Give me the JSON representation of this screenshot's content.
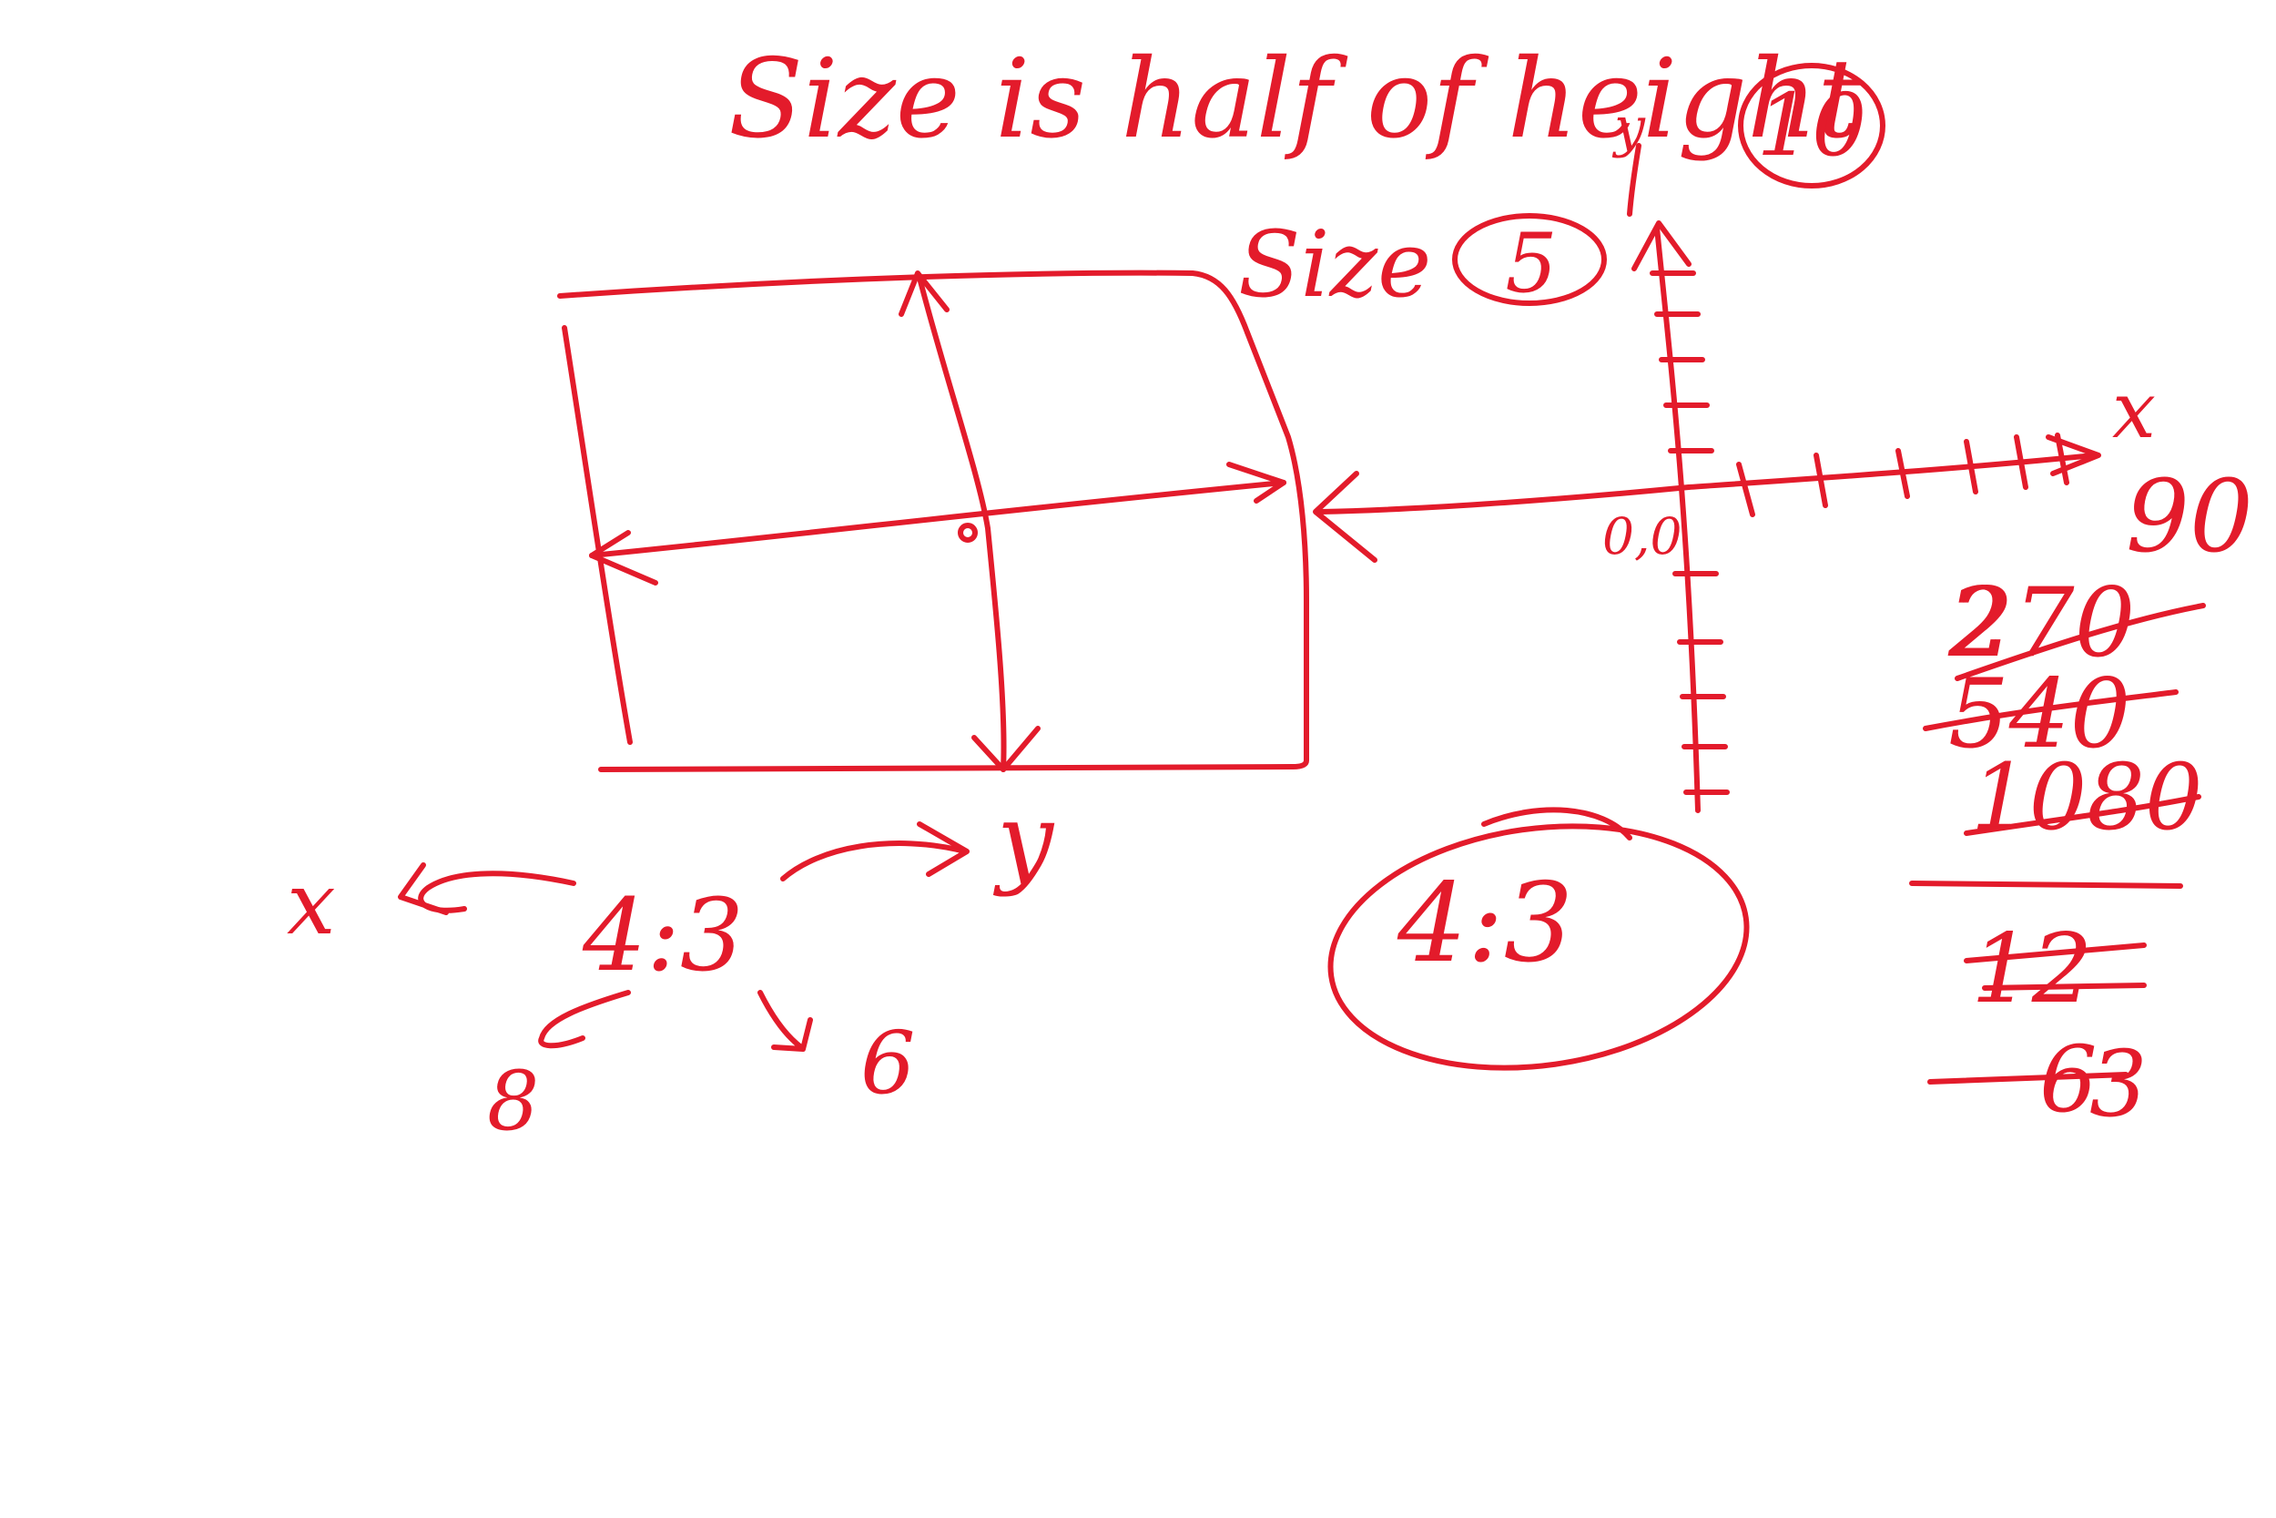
{
  "colors": {
    "ink": "#e31b2b",
    "background": "#ffffff"
  },
  "labels": {
    "title": "Size is half of height",
    "title_value": "10",
    "size_label": "Size",
    "size_value": "5",
    "y_axis": "y",
    "x_axis": "x",
    "origin": "0,0",
    "grid_y": "y",
    "ratio_x": "x",
    "ratio_left": "4:3",
    "ratio_left_a": "8",
    "ratio_left_b": "6",
    "ratio_circled": "4:3"
  },
  "calculation": {
    "top": "90",
    "struck_values": [
      "270",
      "540",
      "1080"
    ],
    "prefix_2": "2",
    "after_line": "12",
    "bottom_struck": "6",
    "bottom": "3"
  }
}
